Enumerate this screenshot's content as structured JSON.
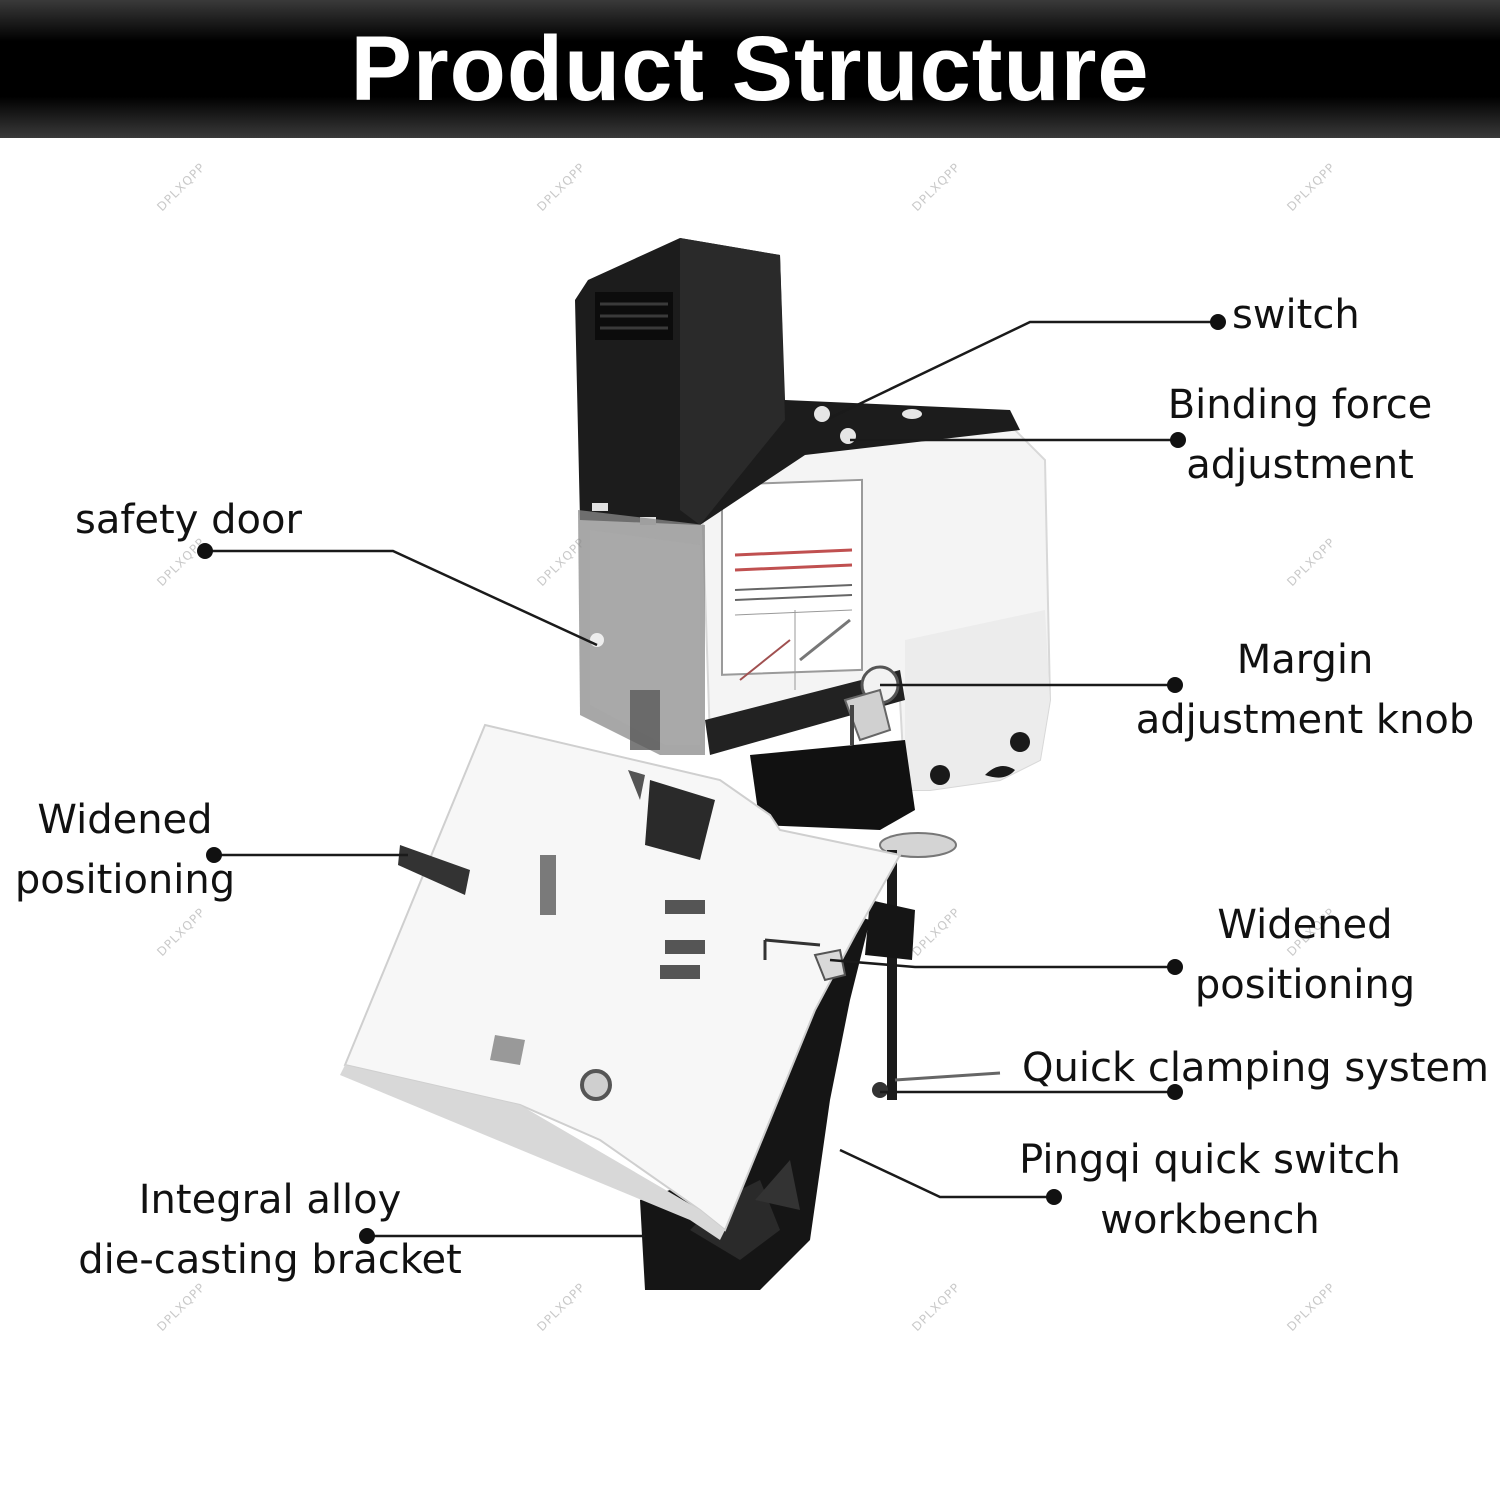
{
  "header": {
    "title": "Product Structure"
  },
  "watermark": "DPLXQPP",
  "labels": {
    "switch": "switch",
    "binding_force_1": "Binding force",
    "binding_force_2": "adjustment",
    "safety_door": "safety door",
    "margin_1": "Margin",
    "margin_2": "adjustment knob",
    "widened_left_1": "Widened",
    "widened_left_2": "positioning",
    "widened_right_1": "Widened",
    "widened_right_2": "positioning",
    "quick_clamp": "Quick clamping system",
    "pingqi_1": "Pingqi quick switch",
    "pingqi_2": "workbench",
    "bracket_1": "Integral alloy",
    "bracket_2": "die-casting bracket"
  }
}
